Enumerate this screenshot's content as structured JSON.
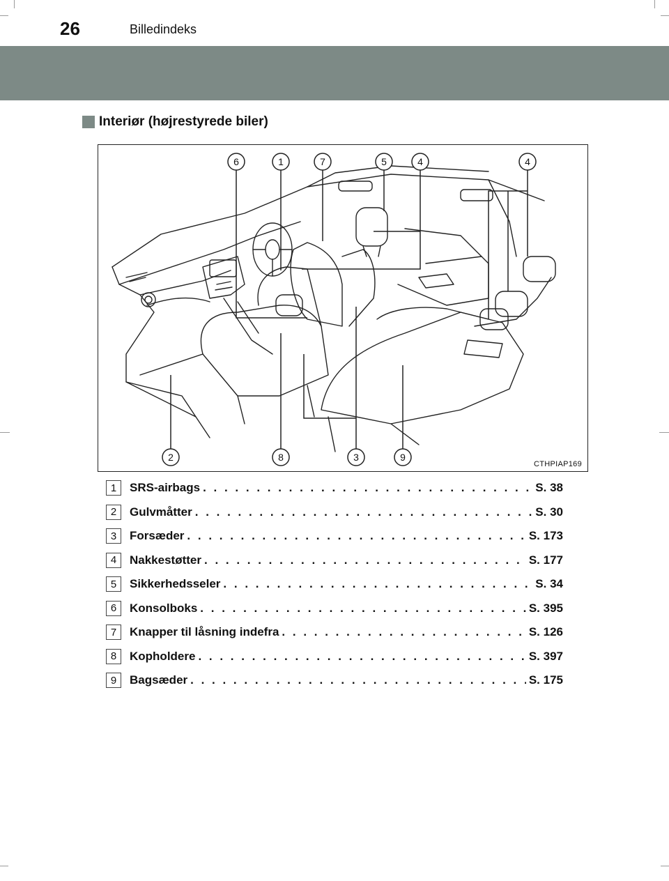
{
  "header": {
    "page_number": "26",
    "chapter": "Billedindeks"
  },
  "section": {
    "title": "Interiør (højrestyrede biler)"
  },
  "figure": {
    "code": "CTHPIAP169",
    "callouts_top": [
      "6",
      "1",
      "7",
      "5",
      "4",
      "4"
    ],
    "callouts_bottom": [
      "2",
      "8",
      "3",
      "9"
    ]
  },
  "legend": [
    {
      "num": "1",
      "label": "SRS-airbags",
      "page": "S. 38"
    },
    {
      "num": "2",
      "label": "Gulvmåtter",
      "page": "S. 30"
    },
    {
      "num": "3",
      "label": "Forsæder",
      "page": "S. 173"
    },
    {
      "num": "4",
      "label": "Nakkestøtter",
      "page": "S. 177"
    },
    {
      "num": "5",
      "label": "Sikkerhedsseler",
      "page": "S. 34"
    },
    {
      "num": "6",
      "label": "Konsolboks",
      "page": "S. 395"
    },
    {
      "num": "7",
      "label": "Knapper til låsning indefra",
      "page": "S. 126"
    },
    {
      "num": "8",
      "label": "Kopholdere",
      "page": "S. 397"
    },
    {
      "num": "9",
      "label": "Bagsæder",
      "page": "S. 175"
    }
  ],
  "colors": {
    "band": "#7d8a86",
    "line": "#222222"
  }
}
